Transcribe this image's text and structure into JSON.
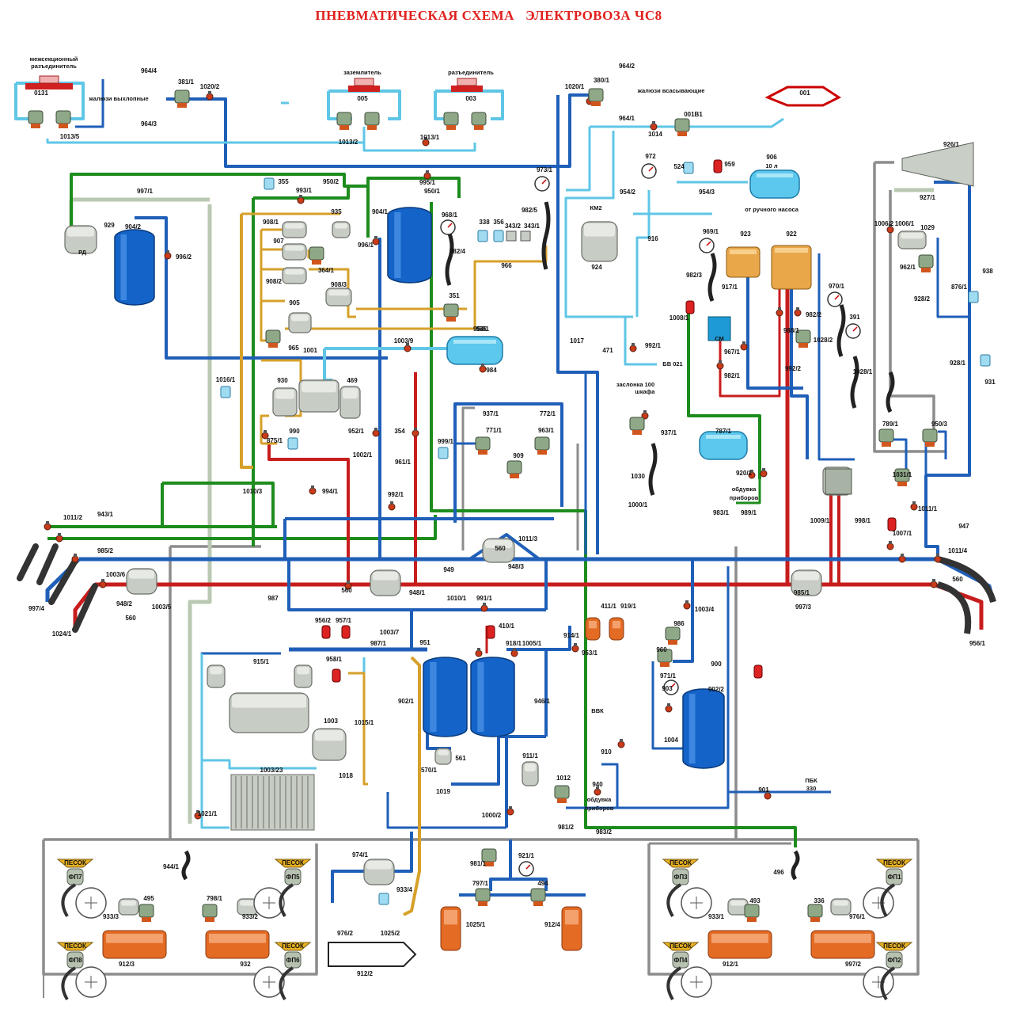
{
  "title": "ПНЕВМАТИЧЕСКАЯ СХЕМА   ЭЛЕКТРОВОЗА ЧС8",
  "colors": {
    "pressure_main": "#c81d1d",
    "supply": "#1f5fb8",
    "light_blue": "#5fc6e6",
    "control_green": "#1d8c1d",
    "auxiliary_yellow": "#d6a029",
    "grey_line": "#8c8c8c",
    "pale_green": "#b9c9b2",
    "title_red": "#e0201d"
  },
  "annotations": {
    "mezhsekts": "межсекционный",
    "razed1": "разъединитель",
    "zazemlitel": "заземлитель",
    "razed2": "разъединитель",
    "zhalyuzi_vykh": "жалюзи выхлопные",
    "zhalyuzi_vsas": "жалюзи всасывающие",
    "ot_ruchnogo": "от ручного насоса",
    "v10l": "10 л",
    "bv021": "БВ 021",
    "zaslonka": "заслонка 100",
    "shkafa": "шкафа",
    "obduvka_a": "обдувка",
    "pribory_a": "приборов",
    "obduvka_b": "обдувка",
    "pribory_b": "приборов",
    "vvk": "ВВК",
    "pbk": "ПБК",
    "pbk_num": "330",
    "rd": "РД",
    "km2": "КМ2",
    "cm": "СМ"
  },
  "sand_label": "ПЕСОК",
  "sand_boxes": [
    "ФП7",
    "ФП5",
    "ФП8",
    "ФП6",
    "ФП3",
    "ФП1",
    "ФП4",
    "ФП2"
  ],
  "labels": [
    "0131",
    "964/4",
    "381/1",
    "1020/2",
    "964/3",
    "005",
    "003",
    "1020/1",
    "380/1",
    "964/2",
    "964/1",
    "001",
    "1013/5",
    "1013/2",
    "1013/1",
    "1014",
    "001B1",
    "926/1",
    "997/1",
    "995/1",
    "973/1",
    "972",
    "524",
    "959",
    "906",
    "904/2",
    "929",
    "355",
    "993/1",
    "950/2",
    "950/1",
    "904/1",
    "968/1",
    "982/5",
    "954/2",
    "954/3",
    "927/1",
    "996/2",
    "908/1",
    "935",
    "996/1",
    "338",
    "356",
    "343/2",
    "343/1",
    "916",
    "969/1",
    "923",
    "922",
    "1006/2",
    "1006/1",
    "1029",
    "907",
    "364/1",
    "982/4",
    "966",
    "924",
    "982/3",
    "917/1",
    "962/1",
    "908/2",
    "908/3",
    "351",
    "955",
    "1008/1",
    "928/2",
    "938",
    "905",
    "954/1",
    "1017",
    "471",
    "992/1",
    "967/1",
    "970/1",
    "391",
    "965",
    "1001",
    "1003/9",
    "984",
    "988/1",
    "982/2",
    "1028/2",
    "876/1",
    "1016/1",
    "992/2",
    "982/1",
    "1028/1",
    "928/1",
    "931",
    "930",
    "469",
    "937/1",
    "937/1",
    "772/1",
    "771/1",
    "963/1",
    "952/1",
    "354",
    "990",
    "875/1",
    "999/1",
    "1002/1",
    "961/1",
    "909",
    "787/1",
    "789/1",
    "950/3",
    "1010/3",
    "994/1",
    "992/1",
    "920/1",
    "1031/1",
    "1030",
    "1000/1",
    "983/1",
    "989/1",
    "1009/1",
    "998/1",
    "1011/1",
    "1011/2",
    "943/1",
    "1007/1",
    "947",
    "1011/3",
    "985/2",
    "1011/4",
    "1003/6",
    "560",
    "948/3",
    "949",
    "948/2",
    "560",
    "948/1",
    "985/1",
    "560",
    "1010/1",
    "987",
    "991/1",
    "1003/4",
    "560",
    "1003/5",
    "1003/7",
    "997/3",
    "997/4",
    "1024/1",
    "956/1",
    "956/2",
    "957/1",
    "410/1",
    "411/1",
    "919/1",
    "986",
    "951",
    "987/1",
    "918/1",
    "1005/1",
    "914/1",
    "953/1",
    "960",
    "958/1",
    "900",
    "915/1",
    "971/1",
    "903",
    "902/2",
    "902/1",
    "946/1",
    "1003",
    "1015/1",
    "1004",
    "910",
    "911/1",
    "561",
    "570/1",
    "1012",
    "940",
    "1019",
    "901",
    "1003/23",
    "1018",
    "1021/1",
    "1000/2",
    "983/2",
    "981/2",
    "944/1",
    "974/1",
    "921/1",
    "981/1",
    "496",
    "495",
    "798/1",
    "797/1",
    "494",
    "493",
    "336",
    "933/4",
    "933/3",
    "933/2",
    "933/1",
    "976/1",
    "976/2",
    "1025/2",
    "1025/1",
    "912/4",
    "912/3",
    "932",
    "912/2",
    "912/1",
    "997/2"
  ],
  "label_count": "labels"
}
